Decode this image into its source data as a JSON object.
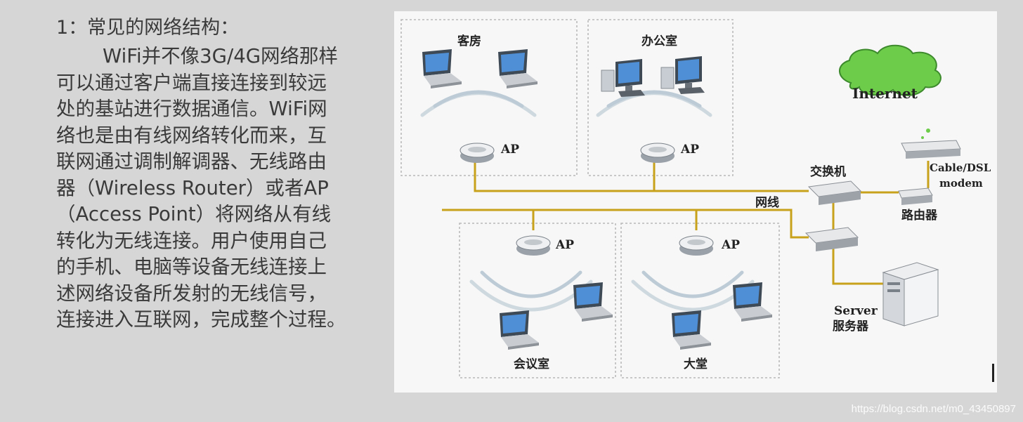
{
  "slide": {
    "heading": "1：常见的网络结构：",
    "paragraph_lines": [
      "WiFi并不像3G/4G网络那样",
      "可以通过客户端直接连接到较远",
      "处的基站进行数据通信。WiFi网",
      "络也是由有线网络转化而来，互",
      "联网通过调制解调器、无线路由",
      "器（Wireless Router）或者AP",
      "（Access Point）将网络从有线",
      "转化为无线连接。用户使用自己",
      "的手机、电脑等设备无线连接上",
      "述网络设备所发射的无线信号，",
      "连接进入互联网，完成整个过程。"
    ]
  },
  "diagram": {
    "rooms": {
      "guest_room": "客房",
      "office": "办公室",
      "meeting_room": "会议室",
      "lobby": "大堂"
    },
    "ap_label": "AP",
    "internet": "Internet",
    "modem_line1": "Cable/DSL",
    "modem_line2": "modem",
    "switch": "交换机",
    "network_cable": "网线",
    "router": "路由器",
    "server_line1": "Server",
    "server_line2": "服务器",
    "colors": {
      "cable": "#c9a21c",
      "cloud": "#6dcc4a",
      "signal": "#9fb2c2"
    }
  },
  "watermark": "https://blog.csdn.net/m0_43450897"
}
